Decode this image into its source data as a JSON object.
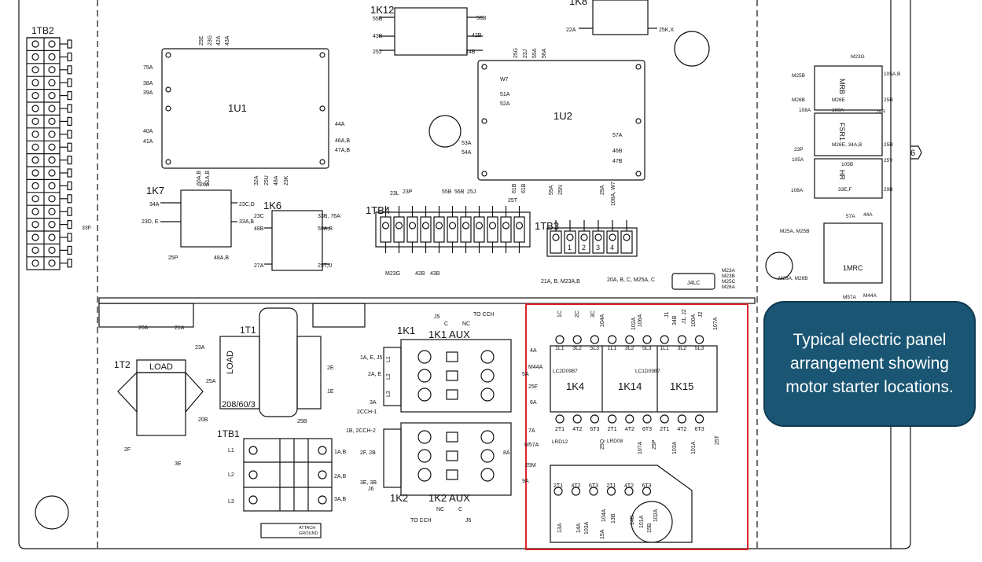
{
  "labels": {
    "tb2": "1TB2",
    "tb2_left": "33F",
    "k12": "1K12",
    "k12_terms": [
      "55B",
      "56B",
      "43B",
      "42B",
      "25J",
      "24B"
    ],
    "k8": "1K8",
    "k8_terms": [
      "22A",
      "25K,X"
    ],
    "u1": "1U1",
    "u1_left": [
      "75A",
      "38A",
      "39A",
      "40A",
      "41A"
    ],
    "u1_top": [
      "25E",
      "23G",
      "42A",
      "43A"
    ],
    "u1_right": [
      "44A",
      "46A,B",
      "47A,B"
    ],
    "u1_bottom": [
      "60A,B",
      "61A,B",
      "32A",
      "25U",
      "48A",
      "23K"
    ],
    "u2": "1U2",
    "u2_left": [
      "W7",
      "51A",
      "52A",
      "53A",
      "54A"
    ],
    "u2_top": [
      "25G",
      "23J",
      "55A",
      "56A"
    ],
    "u2_right": [
      "57A",
      "46B",
      "47B"
    ],
    "u2_bottom": [
      "61B",
      "61B",
      "59A",
      "25N",
      "29A",
      "108A, W7"
    ],
    "k7": "1K7",
    "k7_terms": [
      "26A",
      "34A",
      "23C,D",
      "23D, E",
      "33A,B",
      "25P",
      "48A,B"
    ],
    "k6": "1K6",
    "k6_terms": [
      "23C",
      "33B, 76A",
      "48B",
      "59A,B",
      "27A",
      "25T,U"
    ],
    "tb4": "1TB4",
    "tb4_top": [
      "23L",
      "23P",
      "55B",
      "56B",
      "25J"
    ],
    "tb4_bottom": [
      "M23G",
      "42B",
      "43B"
    ],
    "tb3": "1TB3",
    "tb3_term_nums": [
      "1",
      "2",
      "3",
      "4"
    ],
    "tb3_bottom": [
      "21A, B, M23A,B",
      "20A, B, C, M25A, C"
    ],
    "u2_below": "25T",
    "j4lc": "J4LC",
    "m_list": [
      "M23A",
      "M23B",
      "M25C",
      "M26A"
    ],
    "relays_right": {
      "mrb": "MRB",
      "fsr": "FSR1",
      "hr": "HR",
      "mrc": "1MRC",
      "terms": [
        "M23G",
        "M25B",
        "105A,B",
        "M26B",
        "M26E",
        "25R",
        "108A",
        "100A",
        "25R",
        "23P",
        "M26E, 34A,B",
        "25R",
        "105A",
        "105B",
        "25V",
        "108A",
        "33E,F",
        "29B",
        "57A",
        "44A",
        "M25A, M25B",
        "M26A, M26B",
        "M57A",
        "M44A"
      ]
    },
    "page_marker": "6",
    "t2": "1T2",
    "t2_load": "LOAD",
    "t2_terms": [
      "20A",
      "21A",
      "23A",
      "25A",
      "20B",
      "2F",
      "3E"
    ],
    "t1": "1T1",
    "t1_load": "LOAD",
    "t1_rating": "208/60/3",
    "t1_terms": [
      "2E",
      "1E",
      "25B"
    ],
    "tb1": "1TB1",
    "tb1_left": [
      "L1",
      "L2",
      "L3"
    ],
    "tb1_right": [
      "1A,B",
      "2A,B",
      "3A,B"
    ],
    "attach_ground": [
      "ATTACH",
      "GROUND"
    ],
    "k1": "1K1",
    "k1_aux": "1K1 AUX",
    "k1_aux_terms": [
      "J5",
      "TO CCH",
      "C",
      "NC"
    ],
    "k1_left": [
      "1A, E, J5",
      "2A, E",
      "3A",
      "2CCH-1"
    ],
    "k1_right": [
      "4A",
      "M44A",
      "5A",
      "25F",
      "6A"
    ],
    "k1_coil": [
      "L1",
      "L2",
      "L3"
    ],
    "k2": "1K2",
    "k2_aux": "1K2 AUX",
    "k2_aux_terms": [
      "NC",
      "C",
      "TO CCH",
      "J6"
    ],
    "k2_left": [
      "1B, 2CCH-2",
      "2F, 2B",
      "3E, 3B",
      "J6"
    ],
    "k2_right": [
      "7A",
      "M57A",
      "8A",
      "25M",
      "9A"
    ],
    "starters": {
      "top_wires": [
        "1C",
        "2C",
        "3C",
        "104A",
        "106A",
        "102A",
        "J1",
        "34B",
        "J1, J2",
        "100A",
        "J2",
        "107A"
      ],
      "line_terms": [
        "1L1",
        "3L2",
        "5L3",
        "1L1",
        "3L2",
        "5L3",
        "1L1",
        "3L2",
        "5L3"
      ],
      "k4_model": "LC2D09B7",
      "k15_model": "LC1D09B7",
      "k4": "1K4",
      "k14": "1K14",
      "k15": "1K15",
      "load_terms": [
        "2T1",
        "4T2",
        "6T3",
        "2T1",
        "4T2",
        "6T3",
        "2T1",
        "4T2",
        "6T3"
      ],
      "small_side": [
        "25Q",
        "107A",
        "25P",
        "103A",
        "101A",
        "25T"
      ],
      "ol_left": "LRD12",
      "ol_right": "LRD08",
      "ol_terms": [
        "2T1",
        "4T2",
        "6T3",
        "2T1",
        "4T2",
        "6T3"
      ],
      "bottom_wires": [
        "13A",
        "14A",
        "103A",
        "15A",
        "104A",
        "13B",
        "14B",
        "101A",
        "15B",
        "102A"
      ]
    }
  },
  "callout": {
    "text": "Typical electric panel arrangement showing motor starter locations."
  },
  "colors": {
    "line": "#111111",
    "highlight": "#d9262c",
    "callout_bg": "#1a5674"
  }
}
